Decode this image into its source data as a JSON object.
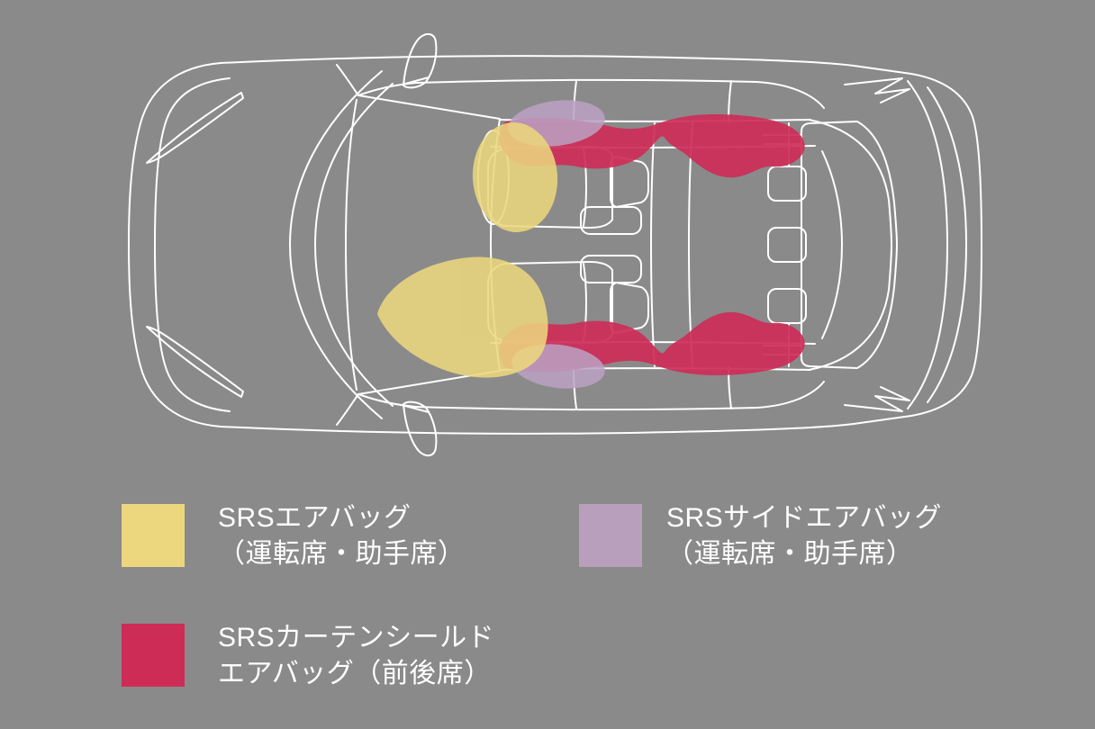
{
  "diagram": {
    "subject": "car-top-view-airbag-deployment",
    "colors": {
      "background": "#8a8a8a",
      "car_outline": "#ffffff",
      "front_airbag": "#ecd77e",
      "side_airbag": "#bca2c4",
      "curtain_airbag": "#cd2c57"
    }
  },
  "legend": {
    "items": [
      {
        "id": "front-airbag",
        "color": "#ecd77e",
        "line1": "SRSエアバッグ",
        "line2": "（運転席・助手席）"
      },
      {
        "id": "side-airbag",
        "color": "#b89fbb",
        "line1": "SRSサイドエアバッグ",
        "line2": "（運転席・助手席）"
      },
      {
        "id": "curtain-airbag",
        "color": "#cd2c57",
        "line1": "SRSカーテンシールド",
        "line2": "エアバッグ（前後席）"
      }
    ]
  }
}
